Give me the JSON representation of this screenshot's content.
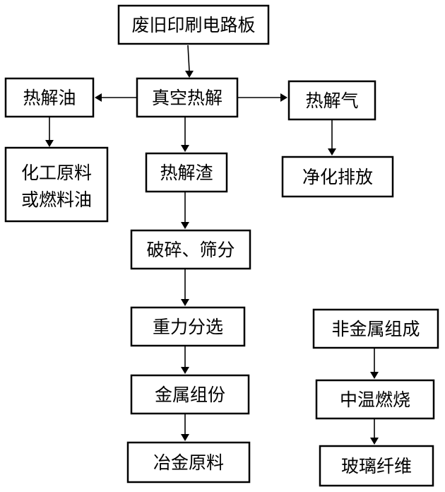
{
  "diagram": {
    "type": "flowchart",
    "nodes": {
      "waste_pcb": "废旧印刷电路板",
      "vacuum_pyrolysis": "真空热解",
      "pyrolysis_oil": "热解油",
      "chem_raw_line1": "化工原料",
      "chem_raw_line2": "或燃料油",
      "pyrolysis_gas": "热解气",
      "purify_discharge": "净化排放",
      "pyrolysis_residue": "热解渣",
      "crush_screen": "破碎、筛分",
      "gravity_separation": "重力分选",
      "metal_fraction": "金属组份",
      "metallurgy_material": "冶金原料",
      "nonmetal_composition": "非金属组成",
      "medium_temp_combustion": "中温燃烧",
      "glass_fiber": "玻璃纤维"
    },
    "edges": [
      {
        "from": "waste_pcb",
        "to": "vacuum_pyrolysis"
      },
      {
        "from": "vacuum_pyrolysis",
        "to": "pyrolysis_oil"
      },
      {
        "from": "vacuum_pyrolysis",
        "to": "pyrolysis_gas"
      },
      {
        "from": "vacuum_pyrolysis",
        "to": "pyrolysis_residue"
      },
      {
        "from": "pyrolysis_oil",
        "to": "chem_raw"
      },
      {
        "from": "pyrolysis_gas",
        "to": "purify_discharge"
      },
      {
        "from": "pyrolysis_residue",
        "to": "crush_screen"
      },
      {
        "from": "crush_screen",
        "to": "gravity_separation"
      },
      {
        "from": "gravity_separation",
        "to": "metal_fraction"
      },
      {
        "from": "metal_fraction",
        "to": "metallurgy_material"
      },
      {
        "from": "nonmetal_composition",
        "to": "medium_temp_combustion"
      },
      {
        "from": "medium_temp_combustion",
        "to": "glass_fiber"
      }
    ]
  }
}
